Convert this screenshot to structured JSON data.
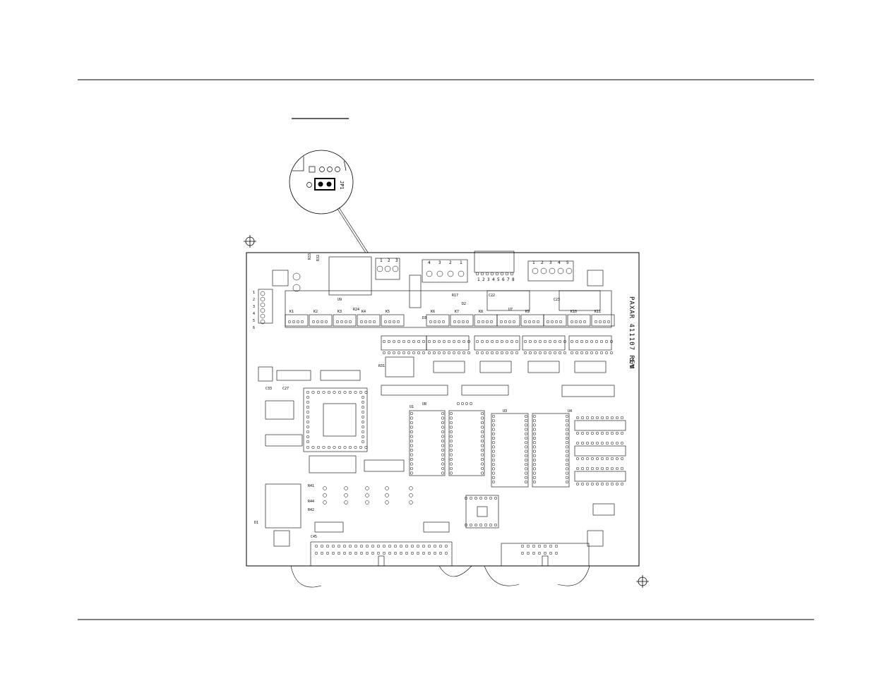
{
  "board": {
    "part_label": "PAXAR 411107 REV",
    "serial_label": "S/N",
    "connectors": {
      "j2_pins": [
        "1",
        "2",
        "3"
      ],
      "j3_pins": [
        "4",
        "3",
        "2",
        "1"
      ],
      "j4_pins": [
        "1",
        "2",
        "3",
        "4",
        "5"
      ],
      "j5_pins": [
        "1",
        "2",
        "3",
        "4",
        "5",
        "6",
        "7",
        "8"
      ],
      "left_pins": [
        "1",
        "2",
        "3",
        "4",
        "5",
        "6"
      ]
    },
    "ic_labels": [
      "U8",
      "U1",
      "U3",
      "U4",
      "U7",
      "U9"
    ],
    "relay_labels": [
      "K1",
      "K2",
      "K3",
      "K4",
      "K5",
      "K6",
      "K7",
      "K8",
      "K9",
      "K10",
      "K11"
    ],
    "resistor_labels": [
      "R33",
      "R32",
      "R17",
      "R24",
      "R31",
      "R41",
      "R44",
      "R42"
    ],
    "capacitor_labels": [
      "C22",
      "C23",
      "C45",
      "C33",
      "C27"
    ],
    "diode_labels": [
      "D1",
      "D2",
      "D3"
    ]
  },
  "detail_inset": {
    "jumper_label": "JP1"
  },
  "colors": {
    "line": "#000000",
    "background": "#ffffff"
  }
}
